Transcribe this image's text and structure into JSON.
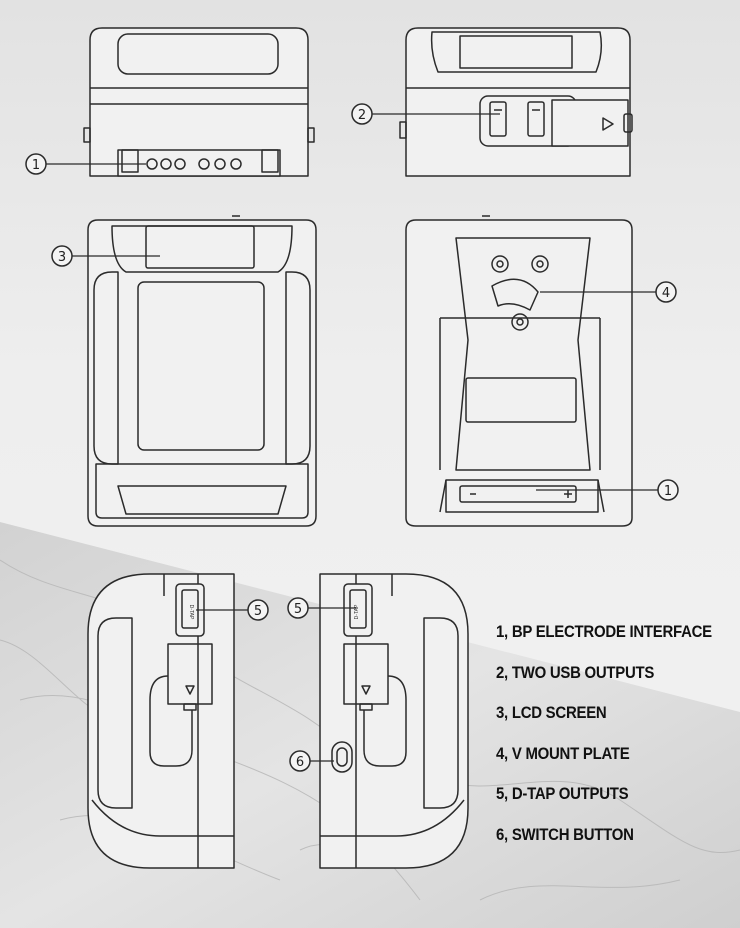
{
  "colors": {
    "line": "#2b2b2b",
    "marble": "#d9d9d9",
    "marble_vein": "#b8b8b8",
    "background": "#ececec"
  },
  "callouts": {
    "c1a": "1",
    "c2": "2",
    "c3": "3",
    "c4": "4",
    "c1b": "1",
    "c5a": "5",
    "c5b": "5",
    "c6": "6"
  },
  "dtap_label": "D-TAP",
  "legend": {
    "items": [
      {
        "label": "1, BP ELECTRODE INTERFACE"
      },
      {
        "label": "2, TWO USB OUTPUTS"
      },
      {
        "label": "3, LCD SCREEN"
      },
      {
        "label": "4, V MOUNT PLATE"
      },
      {
        "label": "5, D-TAP OUTPUTS"
      },
      {
        "label": "6, SWITCH BUTTON"
      }
    ]
  }
}
